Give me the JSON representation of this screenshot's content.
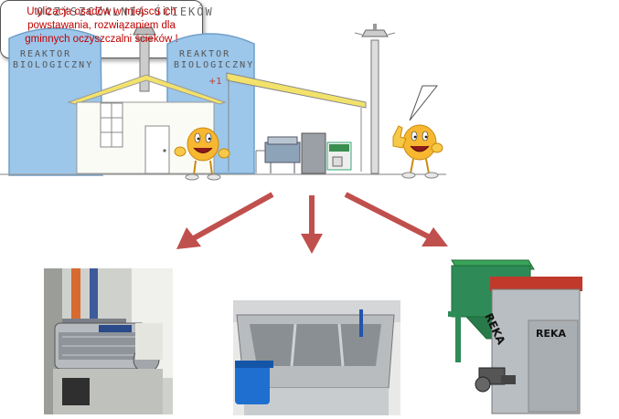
{
  "diagram": {
    "title": "OCZYSZCZALNIA ŚCIEKÓW",
    "reactor_left_label": [
      "REAKTOR",
      "BIOLOGICZNY"
    ],
    "reactor_right_label": [
      "REAKTOR",
      "BIOLOGICZNY"
    ],
    "reactor_right_badge": "+1",
    "speech_bubble": "Utylizacja osadów w miejscu ich powstawania, rozwiązaniem dla gminnych oczyszczalni ścieków !",
    "boiler_brand": "REKA",
    "boiler_brand_front": "REKA"
  },
  "colors": {
    "reactor": "#9cc6ea",
    "roof": "#f2e26a",
    "arrow": "#c0504d",
    "bubble_text": "#c00000",
    "boiler_lid": "#c0392b",
    "hopper": "#2e8b57"
  }
}
